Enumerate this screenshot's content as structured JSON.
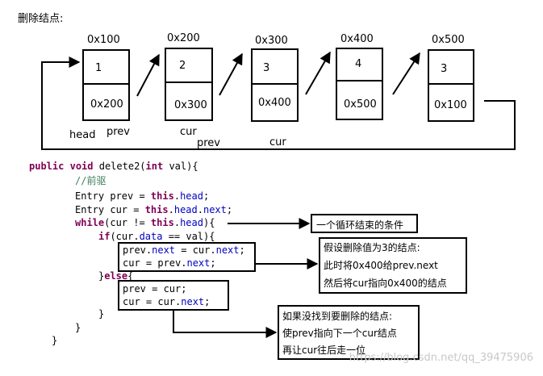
{
  "title": "删除结点:",
  "nodes": [
    {
      "address": "0x100",
      "value": "1",
      "next": "0x200"
    },
    {
      "address": "0x200",
      "value": "2",
      "next": "0x300"
    },
    {
      "address": "0x300",
      "value": "3",
      "next": "0x400"
    },
    {
      "address": "0x400",
      "value": "4",
      "next": "0x500"
    },
    {
      "address": "0x500",
      "value": "3",
      "next": "0x100"
    }
  ],
  "pointer_labels": {
    "head": "head",
    "prev_first": "prev",
    "cur_first": "cur",
    "prev_second": "prev",
    "cur_second": "cur"
  },
  "code": {
    "sig_public": "public",
    "sig_void": "void",
    "sig_name": " delete2(",
    "sig_int": "int",
    "sig_rest": " val){",
    "comment": "//前驱",
    "l3_a": "Entry prev = ",
    "l3_this": "this",
    "l3_b": ".",
    "l3_head": "head",
    "l3_c": ";",
    "l4_a": "Entry cur = ",
    "l4_this": "this",
    "l4_b": ".",
    "l4_head": "head",
    "l4_c": ".",
    "l4_next": "next",
    "l4_d": ";",
    "l5_while": "while",
    "l5_a": "(cur != ",
    "l5_this": "this",
    "l5_b": ".",
    "l5_head": "head",
    "l5_c": "){",
    "l6_if": "if",
    "l6_a": "(cur.",
    "l6_data": "data",
    "l6_b": " == val){",
    "l7_a": "prev.",
    "l7_next1": "next",
    "l7_b": " = cur.",
    "l7_next2": "next",
    "l7_c": ";",
    "l8_a": "cur = prev.",
    "l8_next": "next",
    "l8_b": ";",
    "l9_a": "}",
    "l9_else": "else",
    "l9_b": "{",
    "l10": "prev = cur;",
    "l11_a": "cur = cur.",
    "l11_next": "next",
    "l11_b": ";",
    "l12": "}",
    "l13": "}",
    "l14": "}"
  },
  "notes": {
    "loop_end": "一个循环结束的条件",
    "delete_line1": "假设删除值为3的结点:",
    "delete_line2": "此时将0x400给prev.next",
    "delete_line3": "然后将cur指向0x400的结点",
    "notfound_line1": "如果没找到要删除的结点:",
    "notfound_line2": "使prev指向下一个cur结点",
    "notfound_line3": "再让cur往后走一位"
  },
  "watermark": "https://blog.csdn.net/qq_39475906",
  "colors": {
    "keyword": "#7f0055",
    "comment": "#3f7f5f",
    "field": "#0000c0"
  }
}
